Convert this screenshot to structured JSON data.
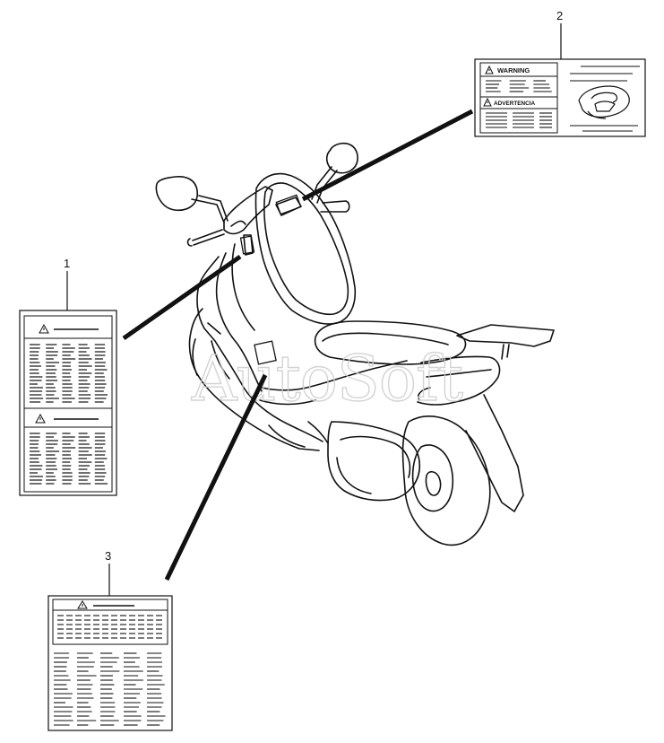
{
  "diagram": {
    "callouts": [
      {
        "number": "1",
        "part": "label-1"
      },
      {
        "number": "2",
        "part": "label-2"
      },
      {
        "number": "3",
        "part": "label-3"
      }
    ],
    "label_2": {
      "heading_en": "WARNING",
      "heading_es": "ADVERTENCIA"
    },
    "watermark": "AutoSoft"
  },
  "colors": {
    "line": "#111111",
    "label_fill": "#ffffff",
    "watermark": "#cfcfcf"
  },
  "icons": [
    "warning-triangle-icon",
    "helmet-illustration"
  ]
}
